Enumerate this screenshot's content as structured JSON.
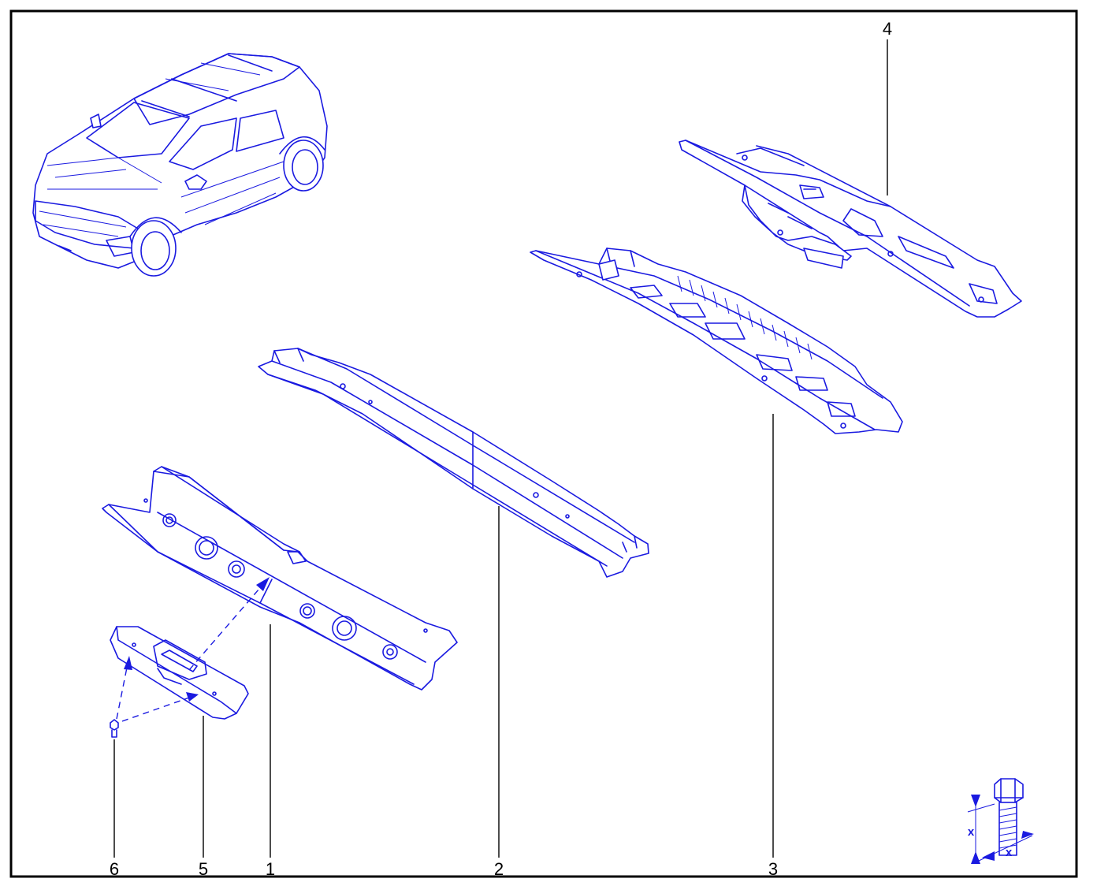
{
  "callouts": [
    {
      "id": "1",
      "label": "1"
    },
    {
      "id": "2",
      "label": "2"
    },
    {
      "id": "3",
      "label": "3"
    },
    {
      "id": "4",
      "label": "4"
    },
    {
      "id": "5",
      "label": "5"
    },
    {
      "id": "6",
      "label": "6"
    }
  ],
  "torque_symbol": {
    "left_label": "x",
    "right_label": "x"
  },
  "colors": {
    "line": "#1a1ae0",
    "leader": "#000000",
    "border": "#000000",
    "background": "#ffffff"
  }
}
